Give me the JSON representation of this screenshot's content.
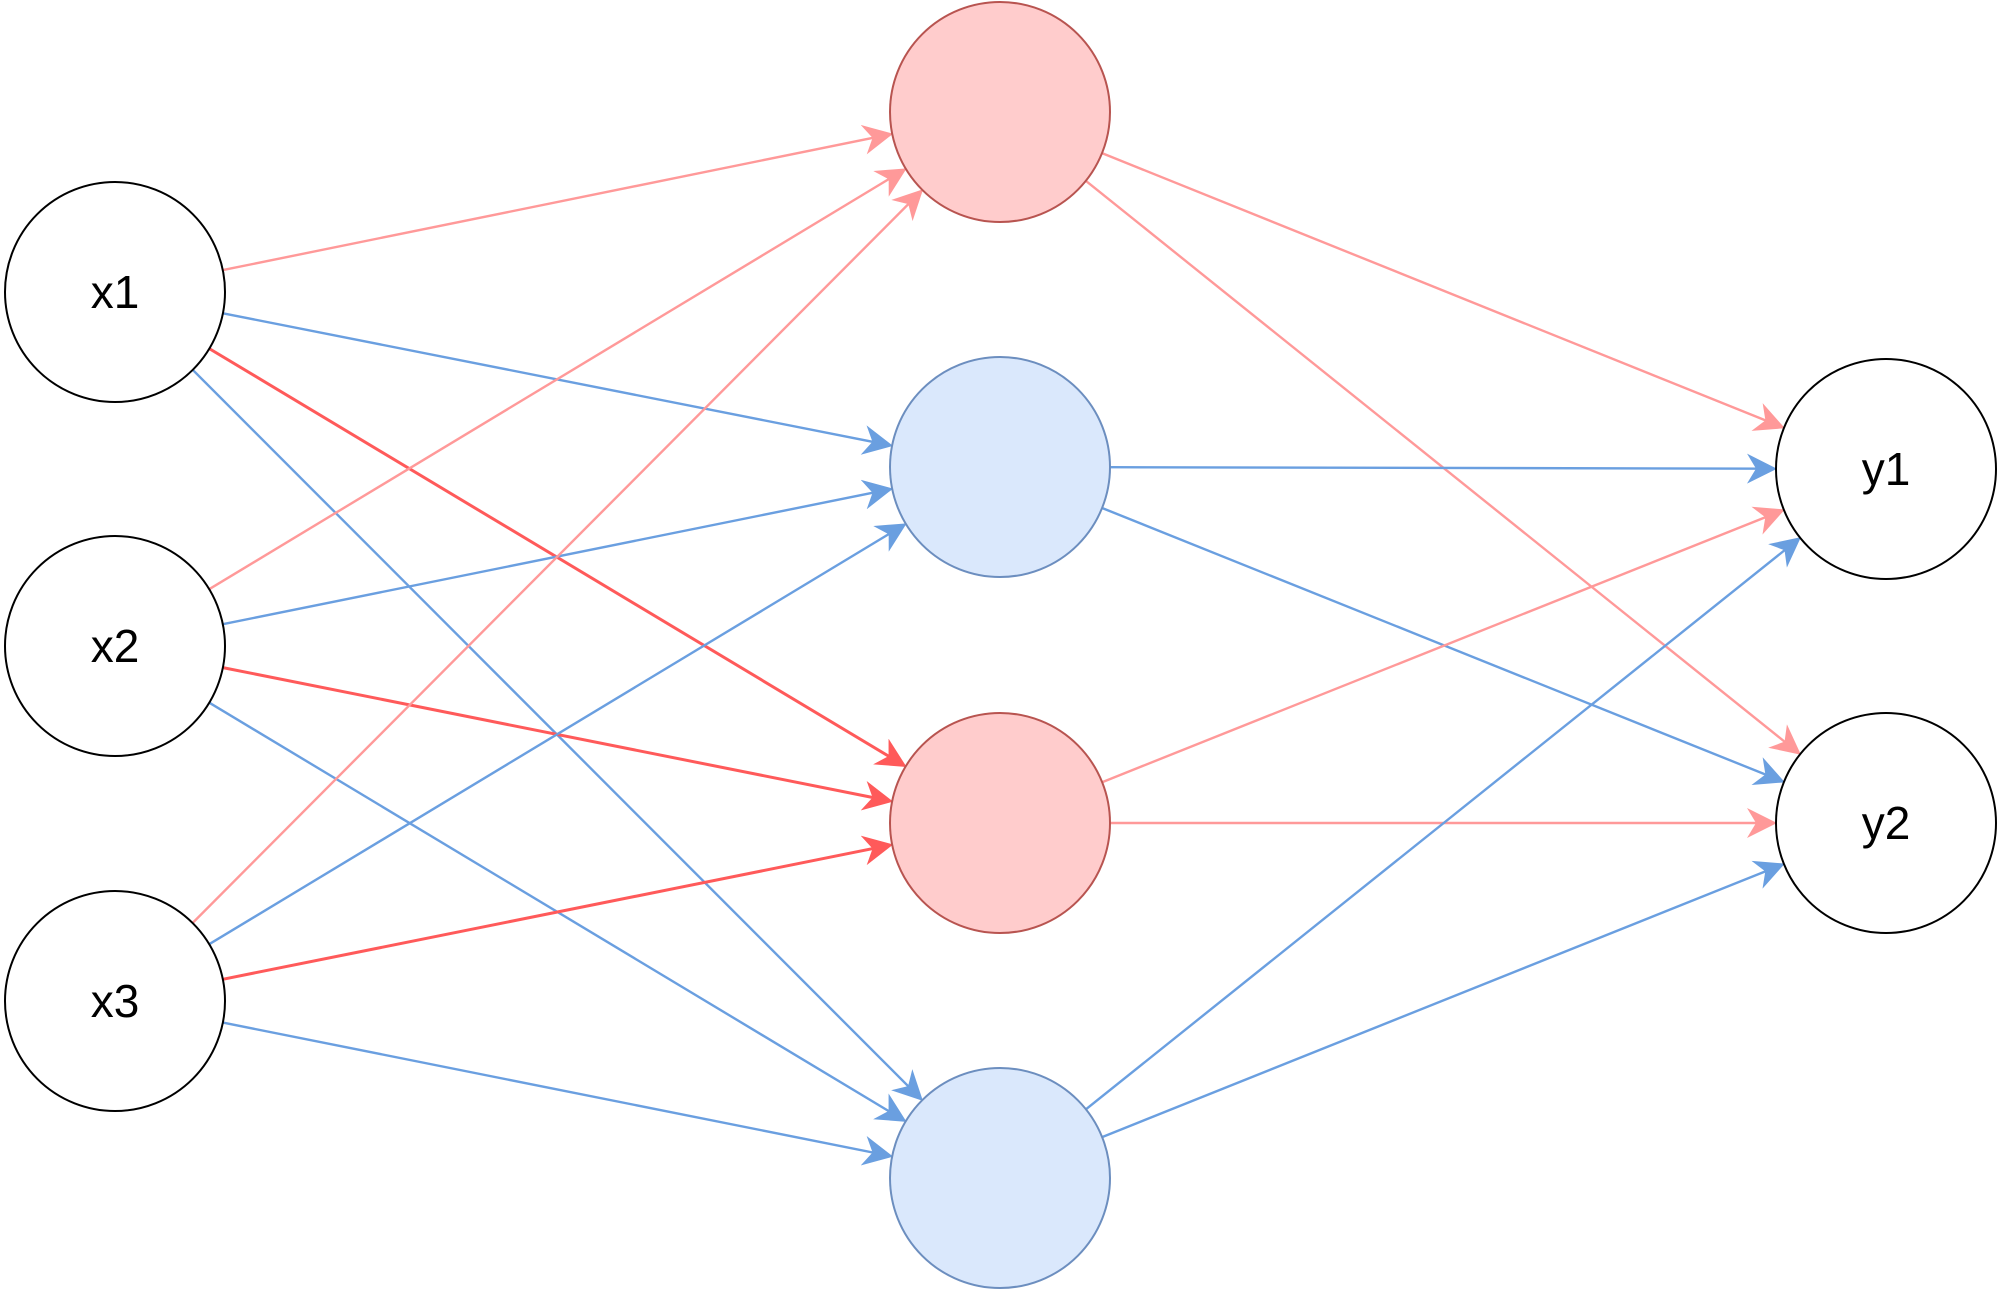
{
  "colors": {
    "edge_red_light": "#ff9999",
    "edge_red_strong": "#ff5a5a",
    "edge_blue": "#6a9fe0",
    "hidden_red_fill": "#ffcccc",
    "hidden_red_stroke": "#b85450",
    "hidden_blue_fill": "#dae8fc",
    "hidden_blue_stroke": "#6c8ebf",
    "io_fill": "#ffffff",
    "io_stroke": "#000000"
  },
  "nodes": {
    "inputs": [
      {
        "id": "x1",
        "label": "x1"
      },
      {
        "id": "x2",
        "label": "x2"
      },
      {
        "id": "x3",
        "label": "x3"
      }
    ],
    "hidden": [
      {
        "id": "h1",
        "label": "",
        "color": "red"
      },
      {
        "id": "h2",
        "label": "",
        "color": "blue"
      },
      {
        "id": "h3",
        "label": "",
        "color": "red"
      },
      {
        "id": "h4",
        "label": "",
        "color": "blue"
      }
    ],
    "outputs": [
      {
        "id": "y1",
        "label": "y1"
      },
      {
        "id": "y2",
        "label": "y2"
      }
    ]
  },
  "edges": [
    {
      "from": "x1",
      "to": "h1",
      "color": "red_light"
    },
    {
      "from": "x1",
      "to": "h2",
      "color": "blue"
    },
    {
      "from": "x1",
      "to": "h3",
      "color": "red_strong"
    },
    {
      "from": "x1",
      "to": "h4",
      "color": "blue"
    },
    {
      "from": "x2",
      "to": "h1",
      "color": "red_light"
    },
    {
      "from": "x2",
      "to": "h2",
      "color": "blue"
    },
    {
      "from": "x2",
      "to": "h3",
      "color": "red_strong"
    },
    {
      "from": "x2",
      "to": "h4",
      "color": "blue"
    },
    {
      "from": "x3",
      "to": "h1",
      "color": "red_light"
    },
    {
      "from": "x3",
      "to": "h2",
      "color": "blue"
    },
    {
      "from": "x3",
      "to": "h3",
      "color": "red_strong"
    },
    {
      "from": "x3",
      "to": "h4",
      "color": "blue"
    },
    {
      "from": "h1",
      "to": "y1",
      "color": "red_light"
    },
    {
      "from": "h1",
      "to": "y2",
      "color": "red_light"
    },
    {
      "from": "h2",
      "to": "y1",
      "color": "blue"
    },
    {
      "from": "h2",
      "to": "y2",
      "color": "blue"
    },
    {
      "from": "h3",
      "to": "y1",
      "color": "red_light"
    },
    {
      "from": "h3",
      "to": "y2",
      "color": "red_light"
    },
    {
      "from": "h4",
      "to": "y1",
      "color": "blue"
    },
    {
      "from": "h4",
      "to": "y2",
      "color": "blue"
    }
  ]
}
